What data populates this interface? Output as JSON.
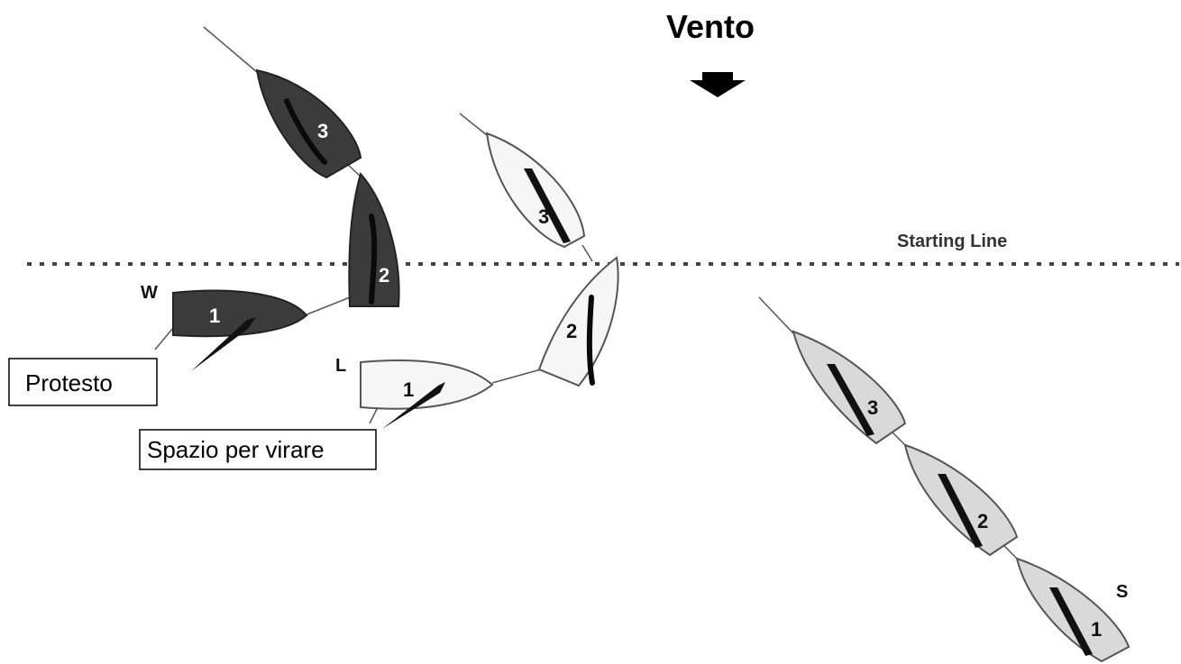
{
  "wind_label": "Vento",
  "starting_line_label": "Starting Line",
  "callouts": {
    "protest": "Protesto",
    "room_to_tack": "Spazio per virare"
  },
  "group_labels": {
    "windward": "W",
    "leeward": "L",
    "starboard": "S"
  },
  "boat_numbers": {
    "one": "1",
    "two": "2",
    "three": "3"
  },
  "colors": {
    "dark_boats": "#3b3b3b",
    "white_boats": "#f6f6f6",
    "grey_boats": "#d9d9d9"
  }
}
